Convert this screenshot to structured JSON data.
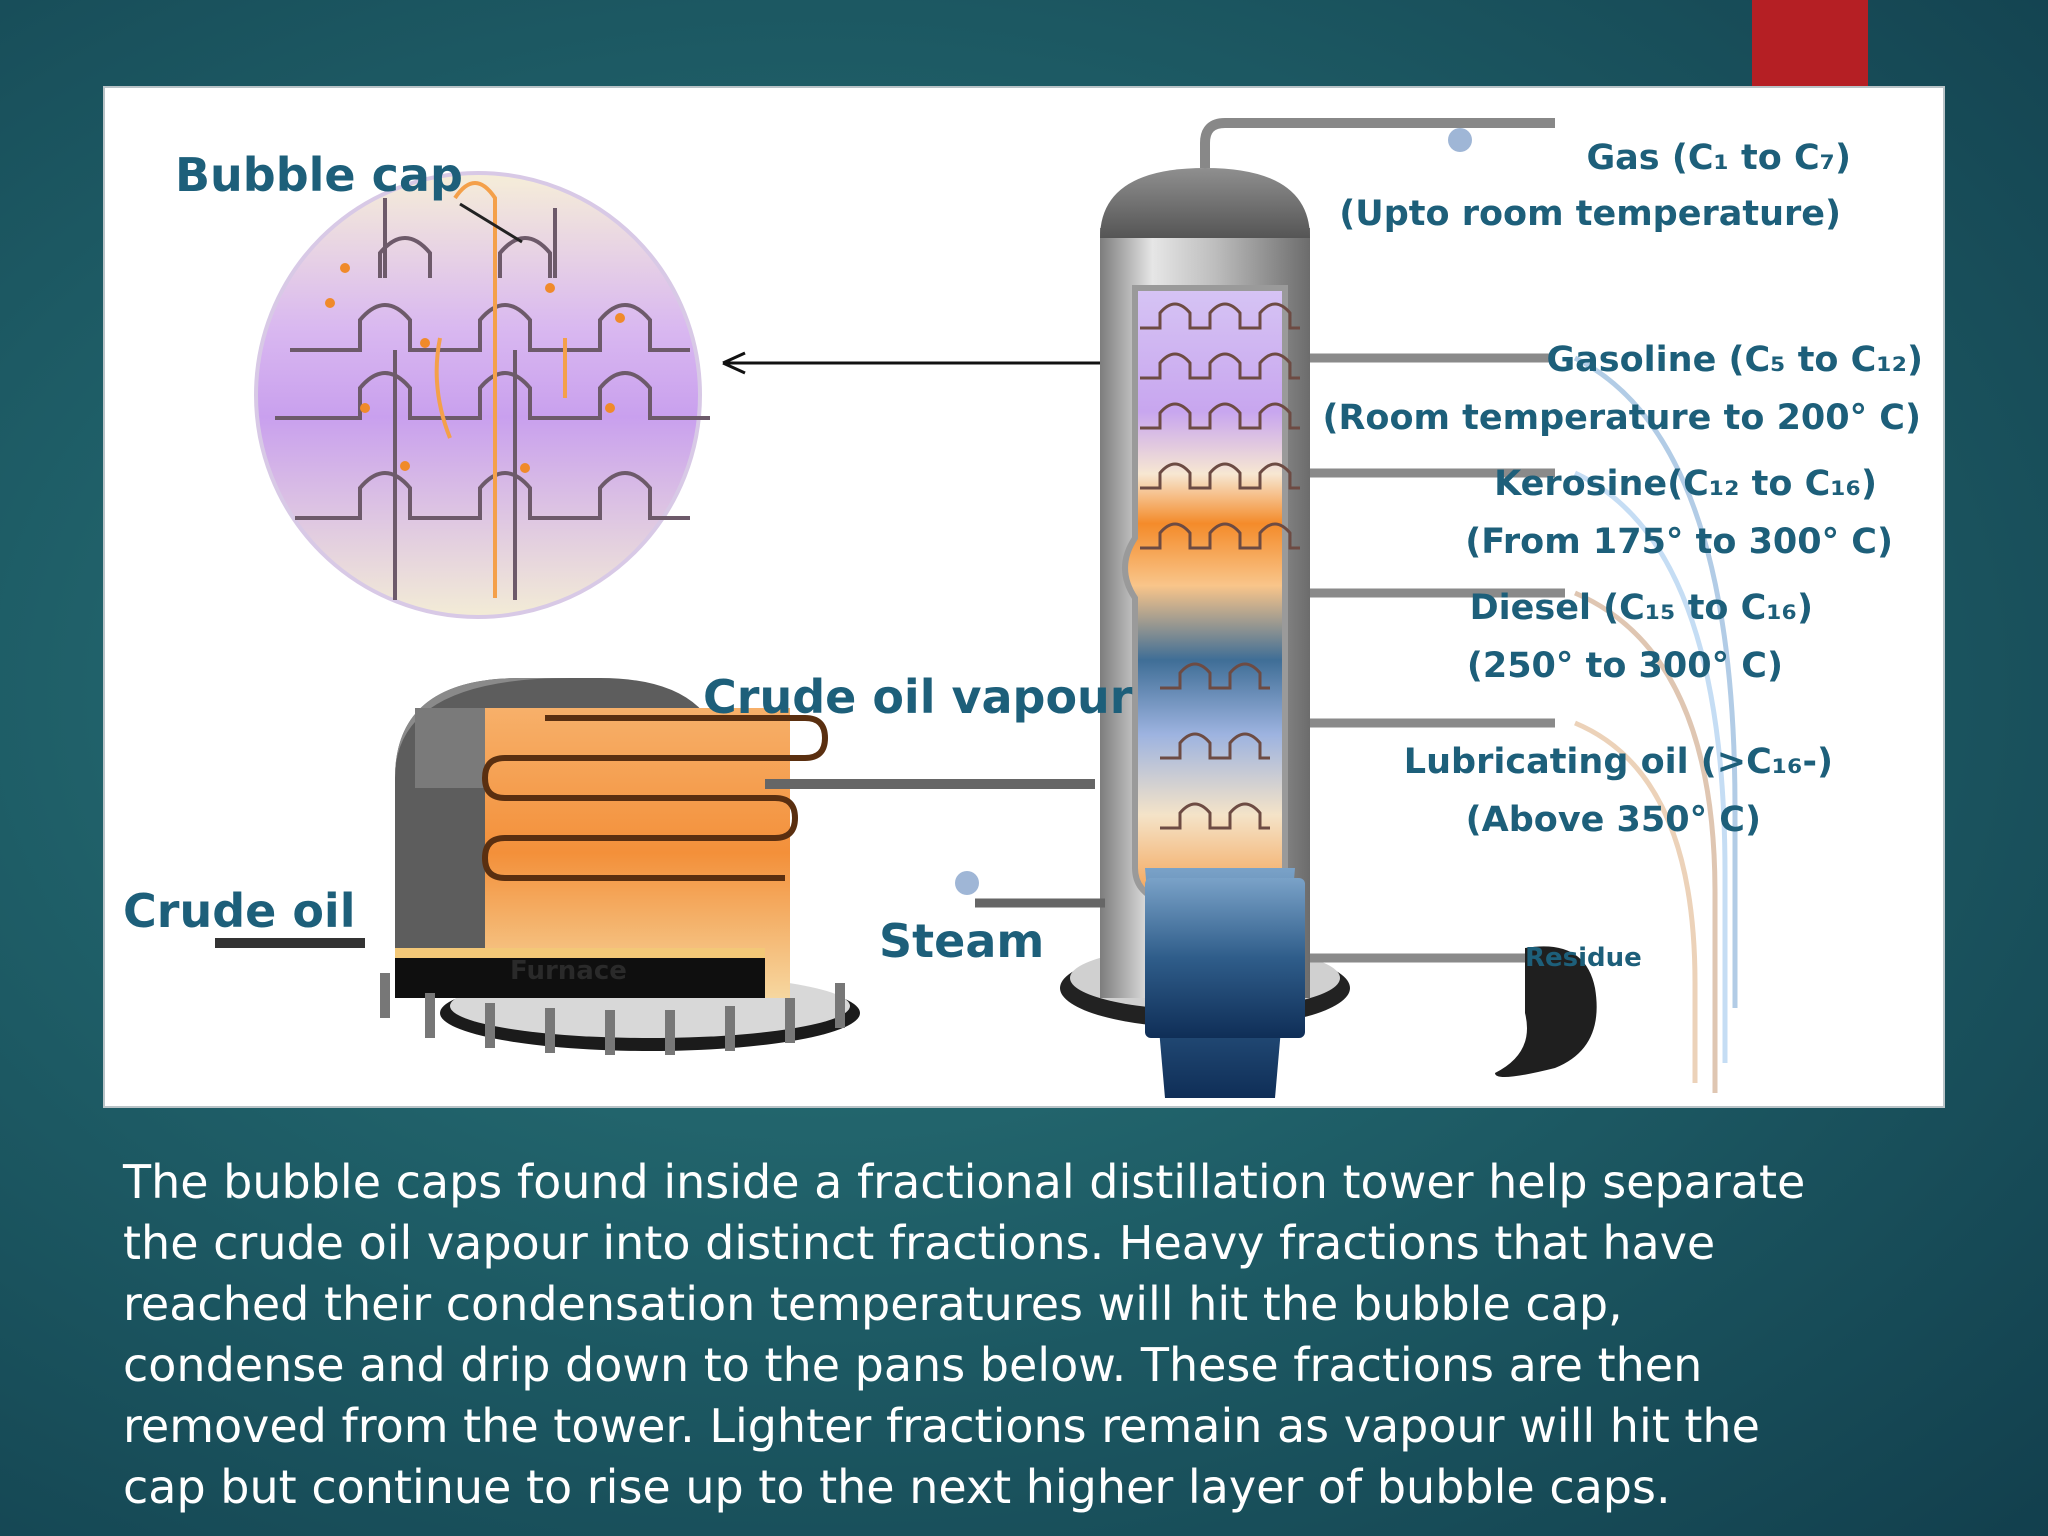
{
  "colors": {
    "background": "#1f5f68",
    "accent": "#b51f24",
    "label": "#1d5f7a",
    "caption": "#ffffff"
  },
  "diagram": {
    "labels": {
      "bubble_cap": "Bubble cap",
      "crude_oil_vapour": "Crude oil vapour",
      "crude_oil": "Crude oil",
      "furnace": "Furnace",
      "steam": "Steam",
      "residue": "Residue"
    },
    "fractions": [
      {
        "name": "Gas (C₁ to C₇)",
        "range": "(Upto room temperature)"
      },
      {
        "name": "Gasoline (C₅ to C₁₂)",
        "range": "(Room temperature to 200° C)"
      },
      {
        "name": "Kerosine(C₁₂ to C₁₆)",
        "range": "(From 175° to  300° C)"
      },
      {
        "name": "Diesel (C₁₅ to C₁₆)",
        "range": "(250°  to 300° C)"
      },
      {
        "name": "Lubricating oil (>C₁₆-)",
        "range": "(Above 350° C)"
      }
    ]
  },
  "caption": {
    "lines": [
      "The bubble caps found inside a fractional distillation tower help separate",
      "the crude oil vapour into distinct fractions.   Heavy fractions that have",
      "reached their condensation temperatures will hit the bubble cap,",
      "condense and drip down to the pans below.  These fractions are then",
      "removed from the tower.  Lighter fractions remain as vapour will hit the",
      "cap but continue to rise up to the next higher layer of bubble caps."
    ]
  }
}
